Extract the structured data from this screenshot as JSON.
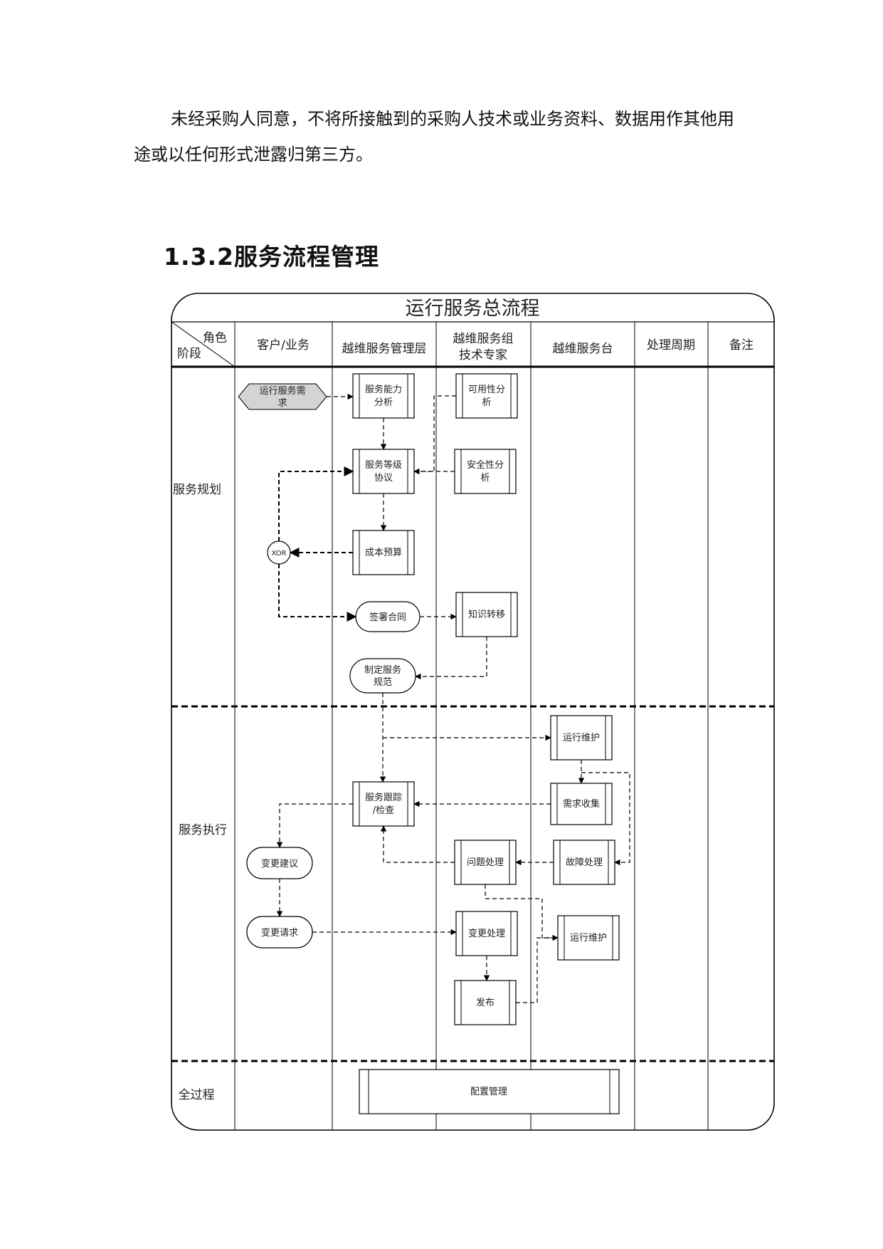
{
  "paragraph": {
    "line1": "未经采购人同意，不将所接触到的采购人技术或业务资料、数据用作其他用",
    "line2": "途或以任何形式泄露归第三方。"
  },
  "heading": "1.3.2服务流程管理",
  "flowchart": {
    "title": "运行服务总流程",
    "corner": {
      "role": "角色",
      "stage": "阶段"
    },
    "lanes": {
      "customer": "客户/业务",
      "mgmt": "越维服务管理层",
      "expert_l1": "越维服务组",
      "expert_l2": "技术专家",
      "desk": "越维服务台",
      "cycle": "处理周期",
      "remark": "备注"
    },
    "stages": {
      "planning": "服务规划",
      "execution": "服务执行",
      "whole": "全过程"
    },
    "nodes": {
      "demand_l1": "运行服务需",
      "demand_l2": "求",
      "capacity_l1": "服务能力",
      "capacity_l2": "分析",
      "availability_l1": "可用性分",
      "availability_l2": "析",
      "sla_l1": "服务等级",
      "sla_l2": "协议",
      "security_l1": "安全性分",
      "security_l2": "析",
      "xor": "XOR",
      "budget": "成本预算",
      "contract": "签署合同",
      "knowledge": "知识转移",
      "spec_l1": "制定服务",
      "spec_l2": "规范",
      "ops1": "运行维护",
      "track_l1": "服务跟踪",
      "track_l2": "/检查",
      "request_collect": "需求收集",
      "change_suggest": "变更建议",
      "problem": "问题处理",
      "fault": "故障处理",
      "change_request": "变更请求",
      "change_handle": "变更处理",
      "ops2": "运行维护",
      "release": "发布",
      "config": "配置管理"
    }
  }
}
